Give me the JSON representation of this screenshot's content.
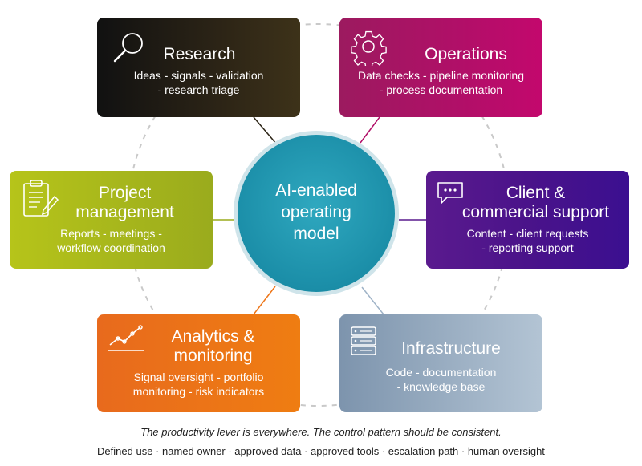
{
  "hub": {
    "lines": [
      "AI-enabled",
      "operating",
      "model"
    ]
  },
  "cards": {
    "research": {
      "title": "Research",
      "lines": [
        "Ideas - signals - validation",
        "- research triage"
      ],
      "icon": "magnifier-icon"
    },
    "operations": {
      "title": "Operations",
      "lines": [
        "Data checks - pipeline monitoring",
        "- process documentation"
      ],
      "icon": "gear-icon"
    },
    "project": {
      "title_lines": [
        "Project",
        "management"
      ],
      "lines": [
        "Reports - meetings -",
        "workflow coordination"
      ],
      "icon": "clipboard-icon"
    },
    "client": {
      "title_lines": [
        "Client &",
        "commercial support"
      ],
      "lines": [
        "Content - client requests",
        "- reporting support"
      ],
      "icon": "chat-bubble-icon"
    },
    "analytics": {
      "title_lines": [
        "Analytics &",
        "monitoring"
      ],
      "lines": [
        "Signal oversight - portfolio",
        "monitoring - risk indicators"
      ],
      "icon": "line-chart-icon"
    },
    "infra": {
      "title": "Infrastructure",
      "lines": [
        "Code - documentation",
        "- knowledge base"
      ],
      "icon": "server-icon"
    }
  },
  "caption": "The productivity lever is everywhere. The control pattern should be consistent.",
  "footer": "Defined use · named owner · approved data · approved tools · escalation path · human oversight",
  "colors": {
    "research": "#1a1a1a",
    "operations": "#b10f68",
    "project": "#a8b81c",
    "client": "#4a138a",
    "analytics": "#ee7517",
    "infra": "#9fb3c7",
    "hub": "#1b8ea8"
  }
}
